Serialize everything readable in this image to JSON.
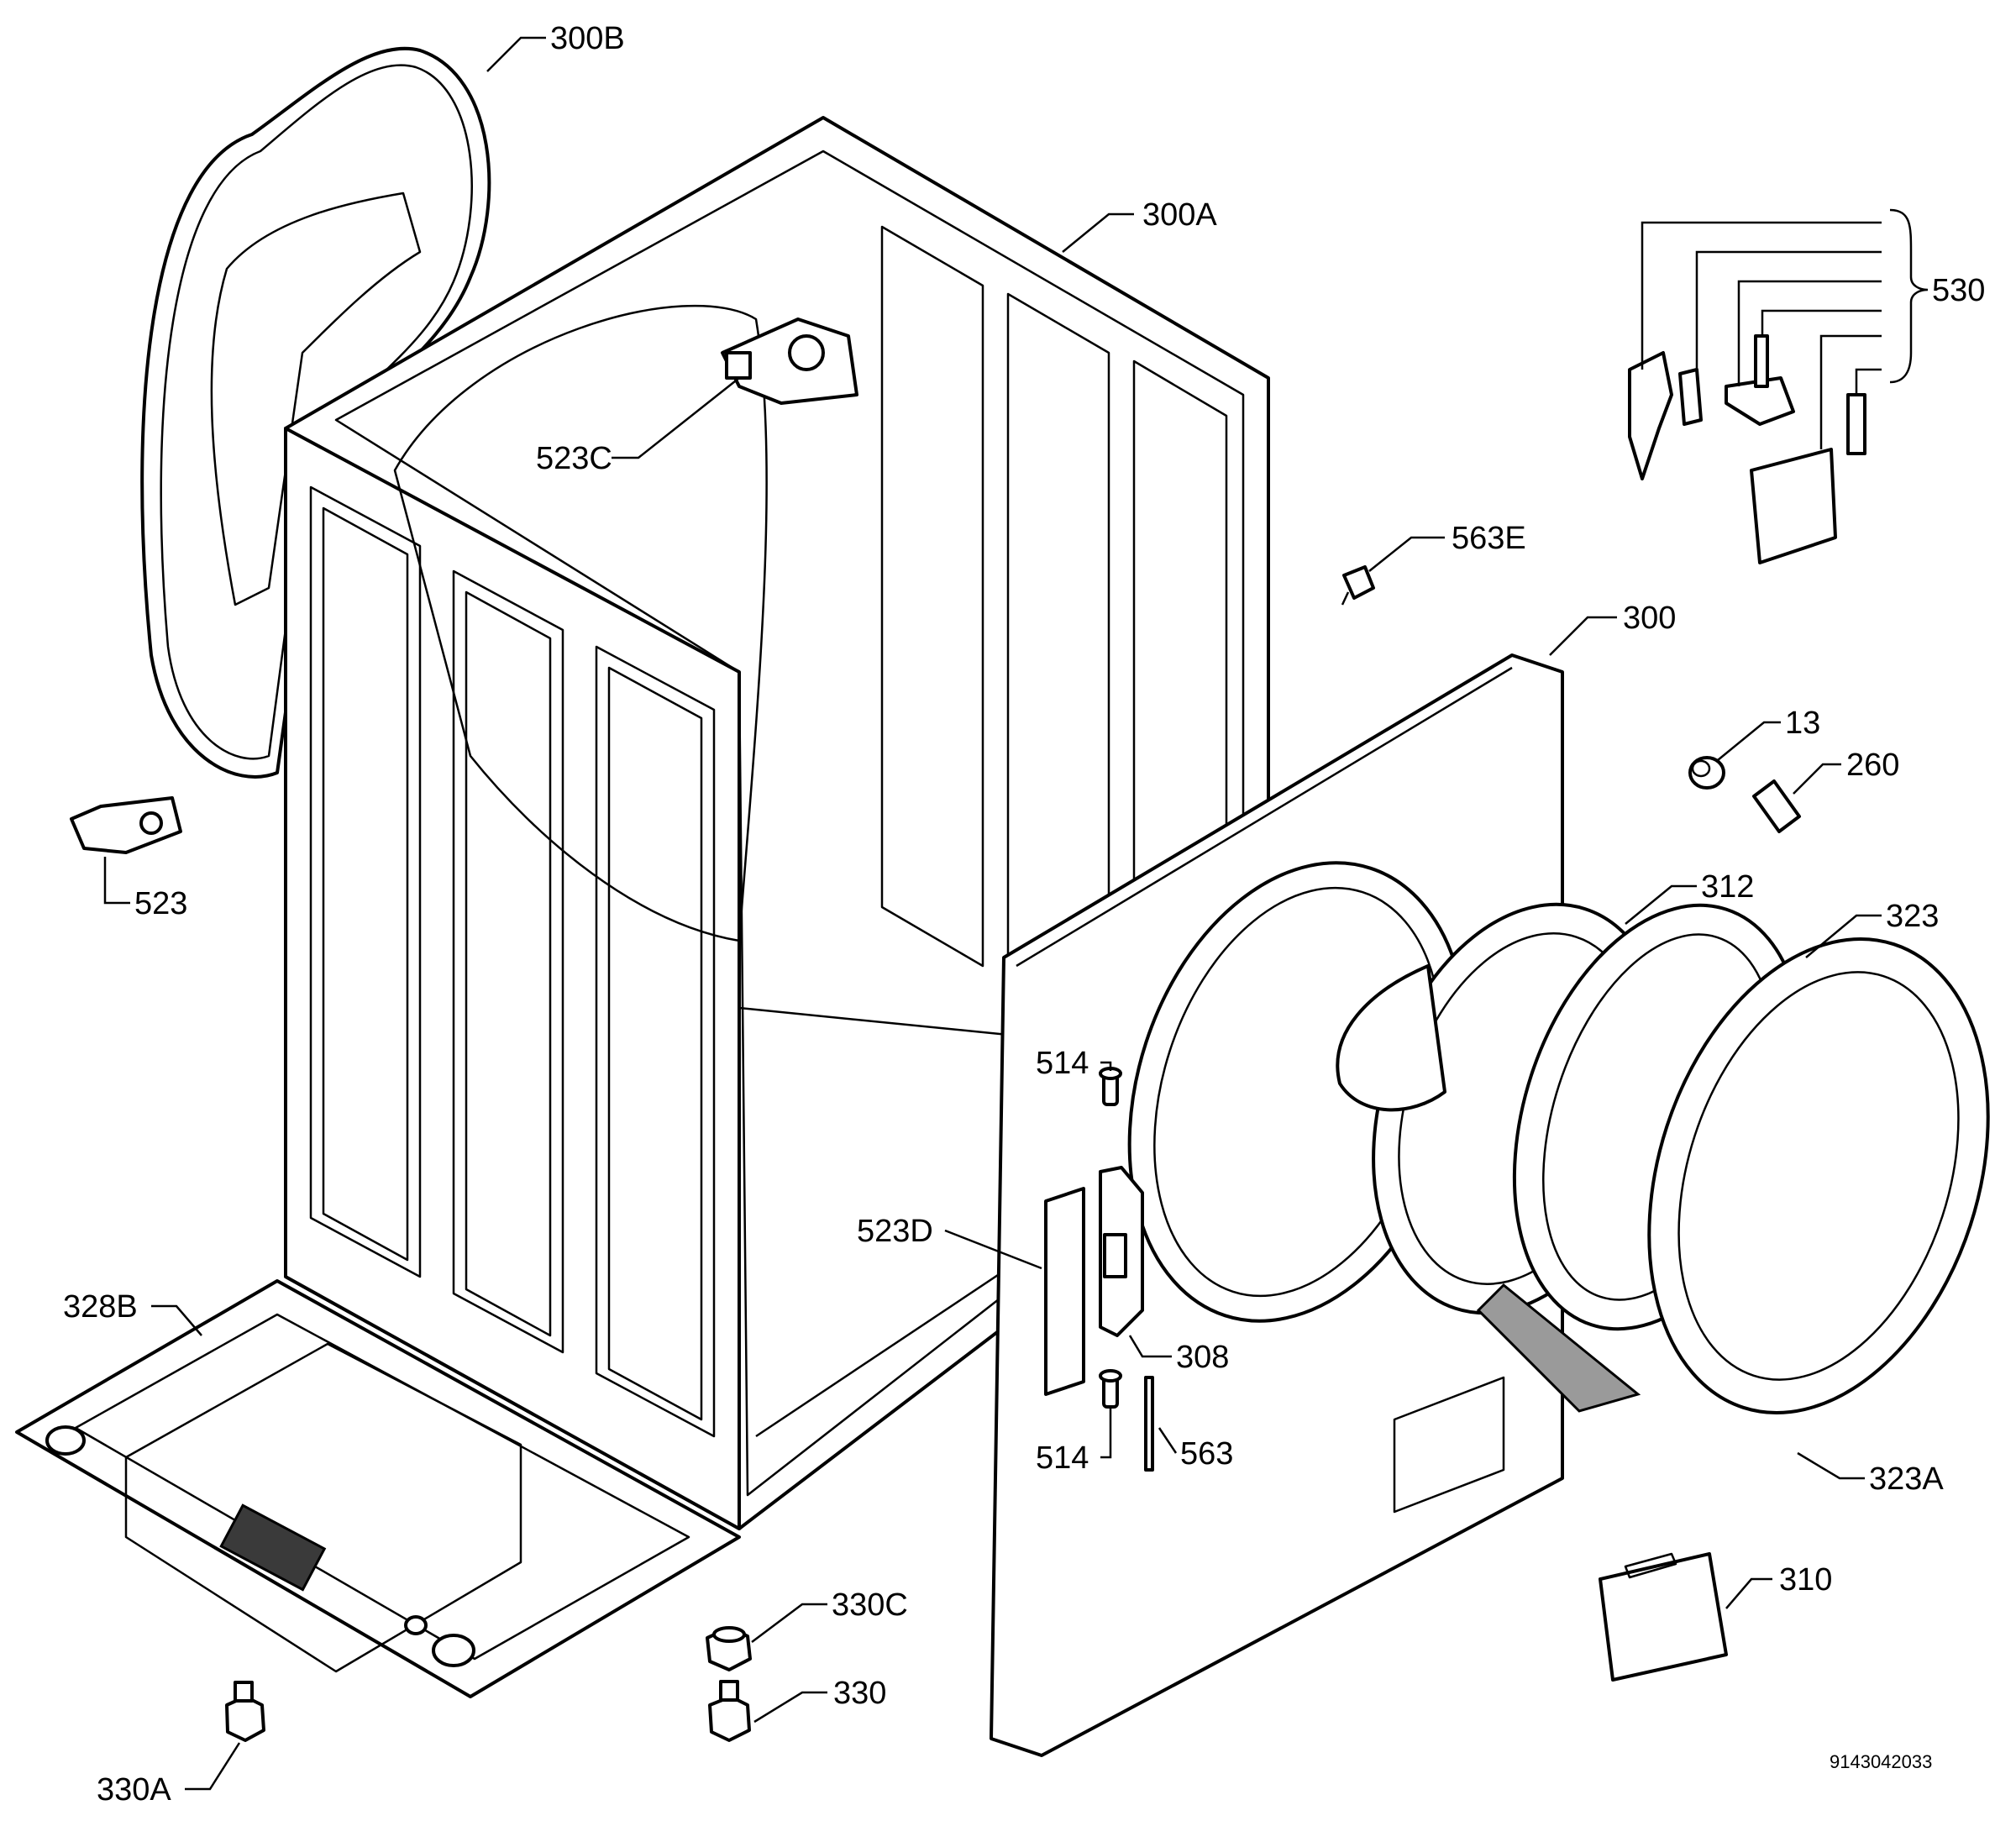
{
  "labels": {
    "l300B": "300B",
    "l300A": "300A",
    "l530": "530",
    "l523C": "523C",
    "l563E": "563E",
    "l300": "300",
    "l13": "13",
    "l260": "260",
    "l523": "523",
    "l312": "312",
    "l323": "323",
    "l514a": "514",
    "l523D": "523D",
    "l308": "308",
    "l328B": "328B",
    "l514b": "514",
    "l563": "563",
    "l323A": "323A",
    "l310": "310",
    "l330C": "330C",
    "l330": "330",
    "l330A": "330A"
  },
  "document_id": "9143042033",
  "colors": {
    "ink": "#000000",
    "background": "#ffffff",
    "shade": "#9a9a9a"
  }
}
